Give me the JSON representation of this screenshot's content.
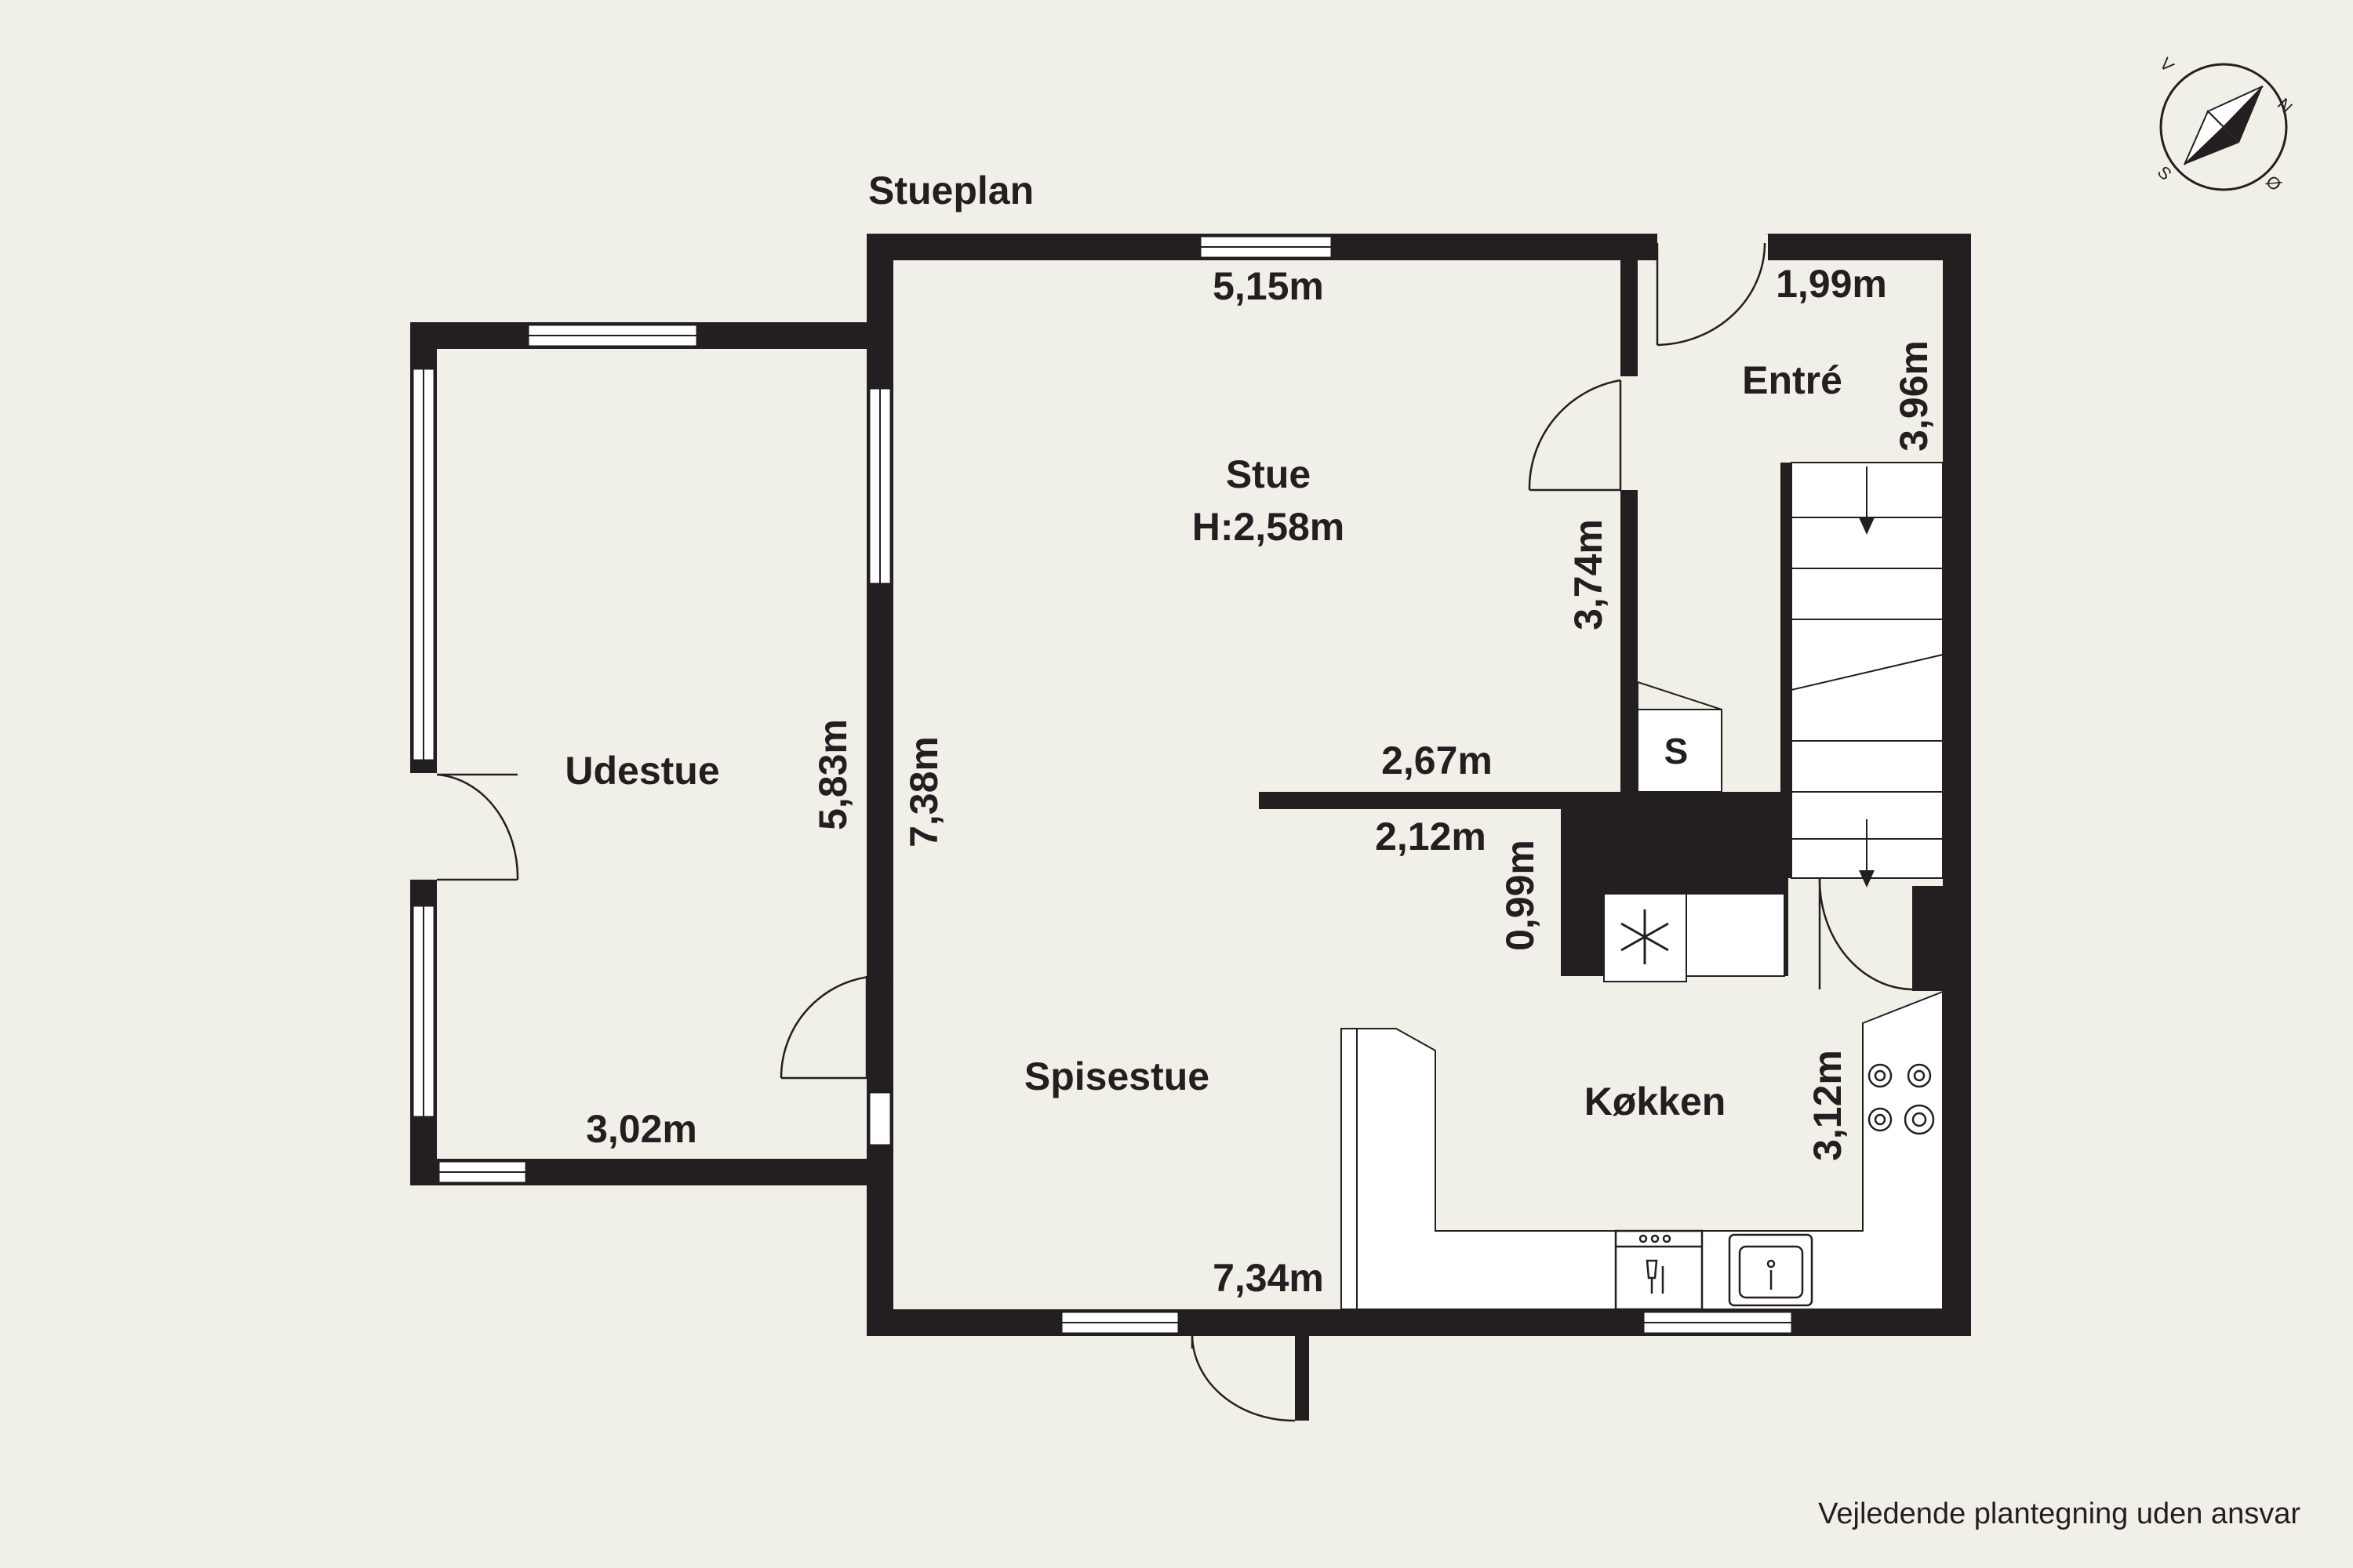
{
  "plan": {
    "level_title": "Stueplan",
    "footer_note": "Vejledende plantegning uden ansvar",
    "compass": {
      "north": "N",
      "east": "Ø",
      "south": "S",
      "west": "V"
    },
    "rooms": {
      "stue": {
        "name": "Stue",
        "height": "H:2,58m"
      },
      "udestue": {
        "name": "Udestue"
      },
      "entre": {
        "name": "Entré"
      },
      "spisestue": {
        "name": "Spisestue"
      },
      "kokken": {
        "name": "Køkken"
      }
    },
    "dimensions": {
      "stue_top": "5,15m",
      "entre_top": "1,99m",
      "entre_side": "3,96m",
      "stue_side": "3,74m",
      "udestue_side": "5,83m",
      "spisestue_side": "7,38m",
      "wall_267": "2,67m",
      "wall_212": "2,12m",
      "wall_099": "0,99m",
      "udestue_bottom": "3,02m",
      "spisestue_bottom": "7,34m",
      "kokken_side": "3,12m"
    },
    "fixtures": {
      "closet_label": "S"
    },
    "icons": [
      "freezer-snowflake-icon",
      "stove-hob-icon",
      "dishwasher-icon",
      "sink-icon",
      "compass-icon",
      "stair-arrow-icon"
    ],
    "colors": {
      "wall": "#231f20",
      "background": "#f1f0e8",
      "fixture": "#ffffff"
    }
  }
}
